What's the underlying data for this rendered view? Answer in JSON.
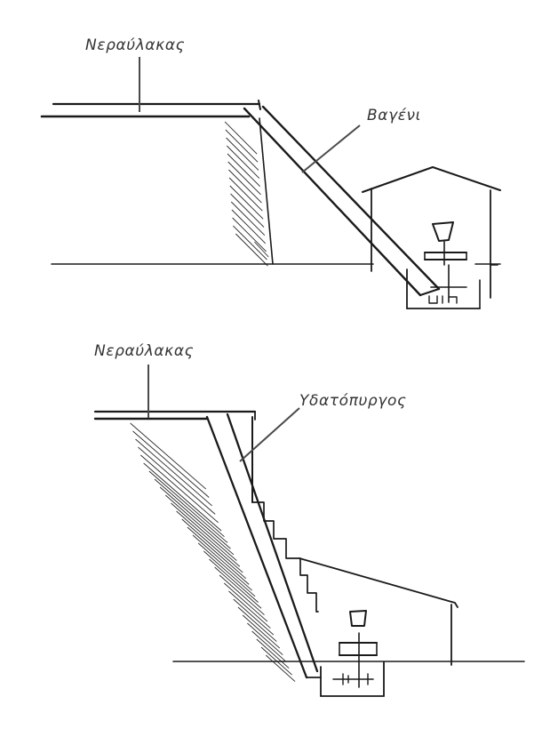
{
  "top_figure": {
    "label_canal": "Νεραύλακας",
    "label_flume": "Βαγένι"
  },
  "bottom_figure": {
    "label_canal": "Νεραύλακας",
    "label_tower": "Υδατόπυργος"
  },
  "colors": {
    "ink": "#1a1a1a",
    "label": "#333333",
    "background": "#ffffff"
  }
}
